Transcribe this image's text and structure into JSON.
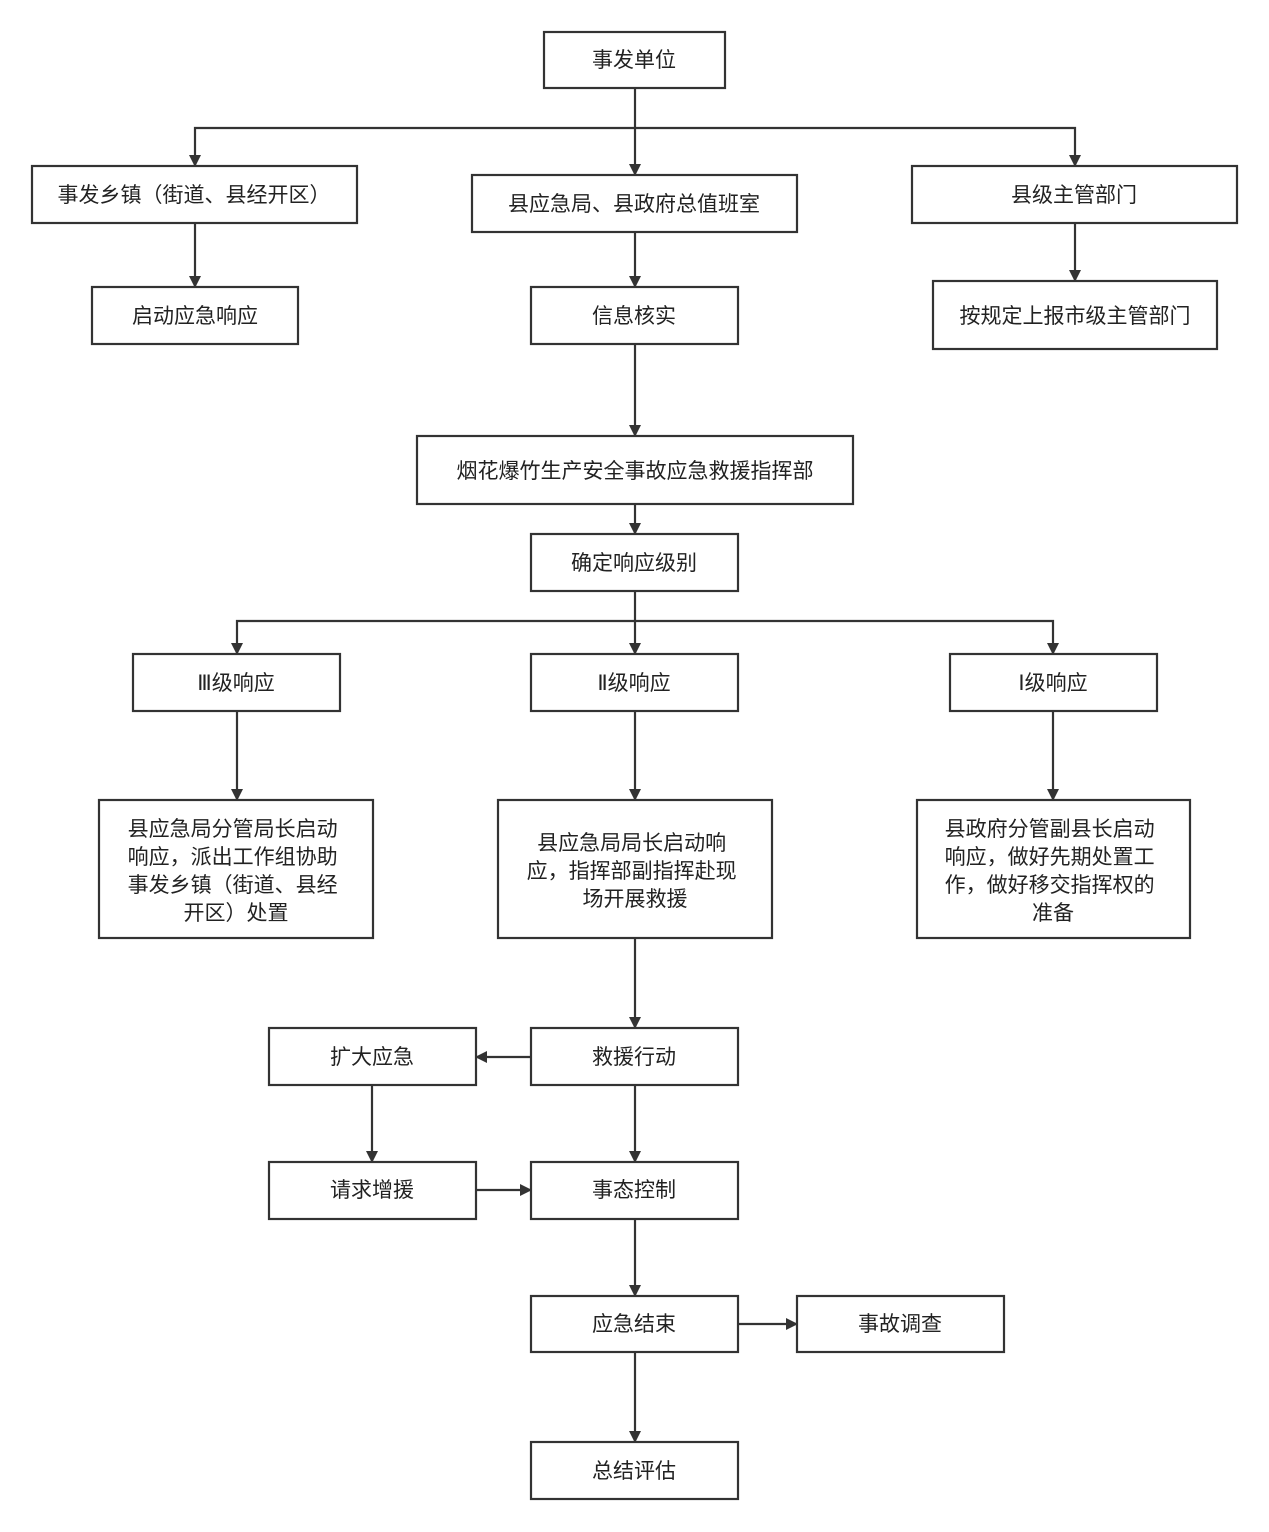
{
  "nodes": {
    "accident_unit": "事发单位",
    "township": "事发乡镇（街道、县经开区）",
    "county_emergency_office": "县应急局、县政府总值班室",
    "county_dept": "县级主管部门",
    "start_response": "启动应急响应",
    "verify_info": "信息核实",
    "report_city": "按规定上报市级主管部门",
    "command_hq": "烟花爆竹生产安全事故应急救援指挥部",
    "determine_level": "确定响应级别",
    "level3": "Ⅲ级响应",
    "level2": "Ⅱ级响应",
    "level1": "Ⅰ级响应",
    "level3_action": [
      "县应急局分管局长启动",
      "响应，派出工作组协助",
      "事发乡镇（街道、县经",
      "开区）处置"
    ],
    "level2_action": [
      "县应急局局长启动响",
      "应，指挥部副指挥赴现",
      "场开展救援"
    ],
    "level1_action": [
      "县政府分管副县长启动",
      "响应，做好先期处置工",
      "作，做好移交指挥权的",
      "准备"
    ],
    "rescue": "救援行动",
    "expand": "扩大应急",
    "request_support": "请求增援",
    "control": "事态控制",
    "end": "应急结束",
    "investigation": "事故调查",
    "evaluation": "总结评估"
  }
}
